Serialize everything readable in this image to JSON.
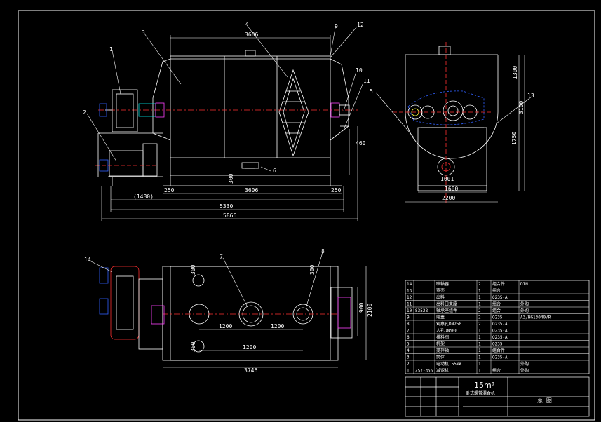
{
  "front_view": {
    "part_labels": [
      "1",
      "2",
      "3",
      "4",
      "12",
      "9",
      "10",
      "11",
      "6"
    ],
    "dims": {
      "top": "3606",
      "bottom_center": "3606",
      "left_ext": "(1480)",
      "left_250": "250",
      "right_250": "250",
      "overall_1": "5330",
      "overall_2": "5866",
      "height_460": "460",
      "drain": "300"
    }
  },
  "side_view": {
    "part_labels": [
      "5",
      "13"
    ],
    "dims": {
      "h1": "1300",
      "h2": "3100",
      "h3": "1750",
      "w1": "1600",
      "w2": "2200",
      "small": "1001"
    }
  },
  "top_view": {
    "part_labels": [
      "14",
      "7",
      "8"
    ],
    "dims": {
      "d300a": "300",
      "d300b": "300",
      "d300c": "300",
      "s1200a": "1200",
      "s1200b": "1200",
      "s1200c": "1200",
      "len": "3746",
      "w900": "900",
      "w2100": "2100"
    }
  },
  "bom": {
    "rows": [
      {
        "no": "14",
        "code": "",
        "name": "联轴器",
        "qty": "2",
        "mat": "组合件",
        "note": "DIN"
      },
      {
        "no": "13",
        "code": "",
        "name": "罩壳",
        "qty": "1",
        "mat": "组合",
        "note": ""
      },
      {
        "no": "12",
        "code": "",
        "name": "出料",
        "qty": "1",
        "mat": "Q235-A",
        "note": ""
      },
      {
        "no": "11",
        "code": "",
        "name": "出料口支座",
        "qty": "1",
        "mat": "组合",
        "note": "外购"
      },
      {
        "no": "10",
        "code": "S3528",
        "name": "轴承座组件",
        "qty": "2",
        "mat": "组合",
        "note": "外购"
      },
      {
        "no": "9",
        "code": "",
        "name": "端盖",
        "qty": "2",
        "mat": "Q235",
        "note": "A3/HG13040/R"
      },
      {
        "no": "8",
        "code": "",
        "name": "观察孔DN250",
        "qty": "2",
        "mat": "Q235-A",
        "note": ""
      },
      {
        "no": "7",
        "code": "",
        "name": "人孔DN500",
        "qty": "1",
        "mat": "Q235-A",
        "note": ""
      },
      {
        "no": "6",
        "code": "",
        "name": "排料阀",
        "qty": "1",
        "mat": "Q235-A",
        "note": ""
      },
      {
        "no": "5",
        "code": "",
        "name": "机架",
        "qty": "1",
        "mat": "Q235",
        "note": ""
      },
      {
        "no": "4",
        "code": "",
        "name": "搅拌轴",
        "qty": "1",
        "mat": "组合件",
        "note": ""
      },
      {
        "no": "3",
        "code": "",
        "name": "筒体",
        "qty": "1",
        "mat": "Q235-A",
        "note": ""
      },
      {
        "no": "2",
        "code": "",
        "name": "电动机 55kW",
        "qty": "1",
        "mat": "",
        "note": "外购"
      },
      {
        "no": "1",
        "code": "ZSY-355",
        "name": "减速机",
        "qty": "1",
        "mat": "组合",
        "note": "外购"
      }
    ]
  },
  "title_block": {
    "capacity": "15m³",
    "name": "卧式螺带混合机",
    "drawing": "总 图"
  },
  "colors": {
    "line": "#ffffff",
    "accent_red": "#ff3030",
    "accent_magenta": "#ff40ff",
    "accent_cyan": "#00e0e0",
    "accent_blue": "#3060ff",
    "accent_yellow": "#ffff40"
  }
}
